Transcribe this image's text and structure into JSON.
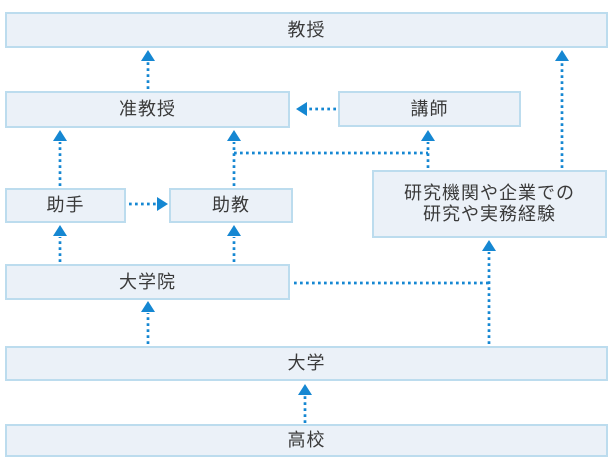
{
  "colors": {
    "arrow": "#1587d2",
    "box_fill": "#ebf1f8",
    "box_border": "#bcdcee",
    "text": "#3a3a3a",
    "background": "#ffffff"
  },
  "diagram": {
    "type": "flowchart",
    "description_visible_text_only": true,
    "nodes": {
      "professor": {
        "label": "教授"
      },
      "associate_professor": {
        "label": "准教授"
      },
      "lecturer": {
        "label": "講師"
      },
      "assistant": {
        "label": "助手"
      },
      "assistant_professor": {
        "label": "助教"
      },
      "experience": {
        "label_line1": "研究機関や企業での",
        "label_line2": "研究や実務経験"
      },
      "graduate_school": {
        "label": "大学院"
      },
      "university": {
        "label": "大学"
      },
      "high_school": {
        "label": "高校"
      }
    },
    "edges": [
      {
        "from": "high_school",
        "to": "university"
      },
      {
        "from": "university",
        "to": "graduate_school"
      },
      {
        "from": "university",
        "to": "experience"
      },
      {
        "from": "graduate_school",
        "to": "experience"
      },
      {
        "from": "graduate_school",
        "to": "assistant"
      },
      {
        "from": "graduate_school",
        "to": "assistant_professor"
      },
      {
        "from": "assistant",
        "to": "assistant_professor"
      },
      {
        "from": "assistant",
        "to": "associate_professor"
      },
      {
        "from": "assistant_professor",
        "to": "associate_professor"
      },
      {
        "from": "experience",
        "to": "lecturer"
      },
      {
        "from": "experience",
        "to": "professor"
      },
      {
        "from": "lecturer",
        "to": "associate_professor"
      },
      {
        "from": "associate_professor",
        "to": "professor"
      }
    ]
  }
}
